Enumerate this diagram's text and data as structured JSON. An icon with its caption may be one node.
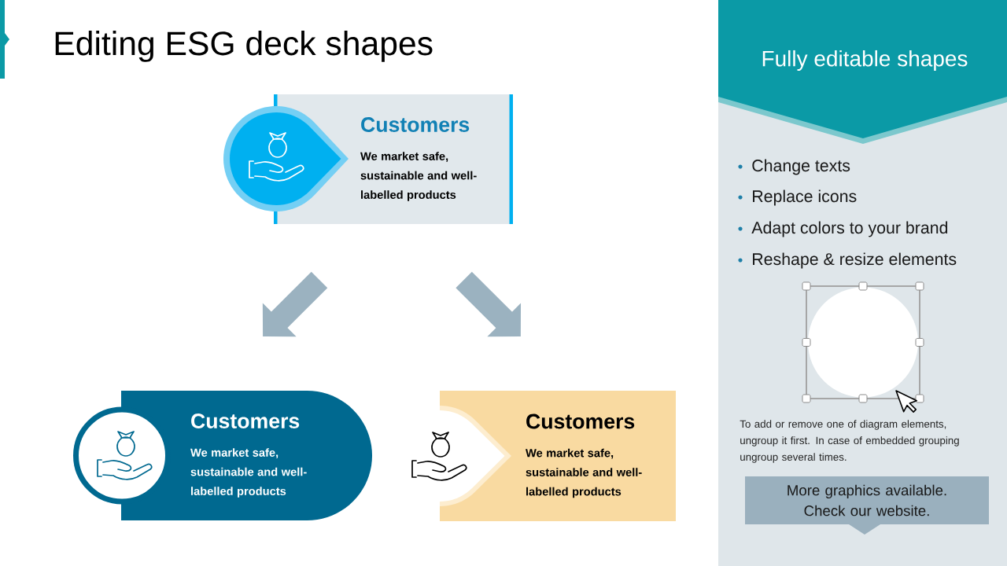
{
  "diagram": {
    "title": "Editing ESG deck shapes",
    "nodes": [
      {
        "text": [
          "Customers",
          "We market safe, sustainable and well-labelled products"
        ]
      },
      {
        "text": [
          "Customers",
          "We market safe, sustainable and well-labelled products"
        ]
      },
      {
        "text": [
          "Customers",
          "We market safe, sustainable and well-labelled products"
        ]
      },
      {
        "text": [
          "Fully editable shapes"
        ]
      },
      {
        "text": [
          "More graphics available. Check our website."
        ]
      }
    ],
    "edges": [
      {
        "from": 0,
        "to": 1,
        "arrow": "to"
      },
      {
        "from": 0,
        "to": 2,
        "arrow": "to"
      }
    ],
    "labels": [
      "Change texts",
      "Replace icons",
      "Adapt colors to your brand",
      "Reshape & resize elements",
      "To add or remove one of diagram elements, ungroup it first. In case of embedded grouping ungroup several times."
    ]
  }
}
